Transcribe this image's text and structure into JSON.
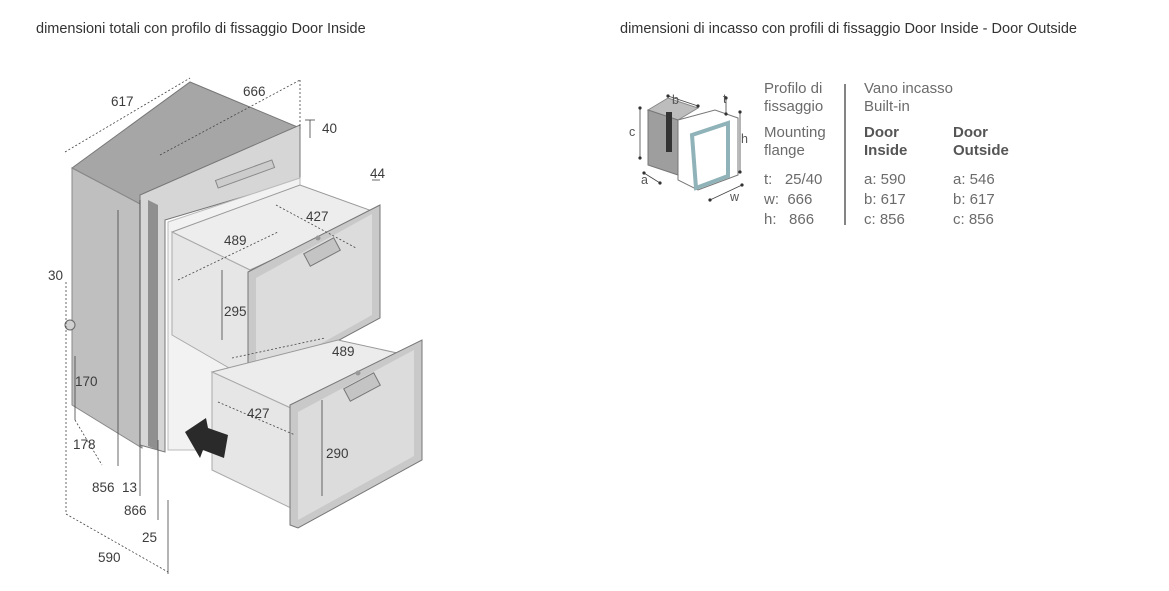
{
  "headings": {
    "left": "dimensioni totali con profilo di fissaggio Door Inside",
    "right": "dimensioni di incasso con profili di fissaggio Door Inside - Door Outside"
  },
  "dimensions": {
    "d617": "617",
    "d666": "666",
    "d40": "40",
    "d44": "44",
    "d427_top": "427",
    "d489_top": "489",
    "d30": "30",
    "d295": "295",
    "d489_bottom": "489",
    "d170": "170",
    "d427_bottom": "427",
    "d290": "290",
    "d178": "178",
    "d856": "856",
    "d13": "13",
    "d866": "866",
    "d25": "25",
    "d590": "590"
  },
  "cutout_labels": {
    "a": "a",
    "b": "b",
    "c": "c",
    "t": "t",
    "h": "h",
    "w": "w"
  },
  "table": {
    "col1_header_it": [
      "Profilo di",
      "fissaggio"
    ],
    "col1_header_en": [
      "Mounting",
      "flange"
    ],
    "col1_rows": [
      "t:   25/40",
      "w:  666",
      "h:   866"
    ],
    "col2_header": [
      "Vano incasso",
      "Built-in"
    ],
    "col2_sub": [
      "Door",
      "Inside"
    ],
    "col2_rows": [
      "a: 590",
      "b: 617",
      "c: 856"
    ],
    "col3_sub": [
      "Door",
      "Outside"
    ],
    "col3_rows": [
      "a: 546",
      "b: 617",
      "c: 856"
    ]
  },
  "colors": {
    "body_grey": "#bdbdbd",
    "top_grey": "#a8a8a8",
    "frame_grey": "#8c8c8c",
    "panel_light": "#e4e4e4",
    "accent_teal": "#8fb3b8"
  }
}
